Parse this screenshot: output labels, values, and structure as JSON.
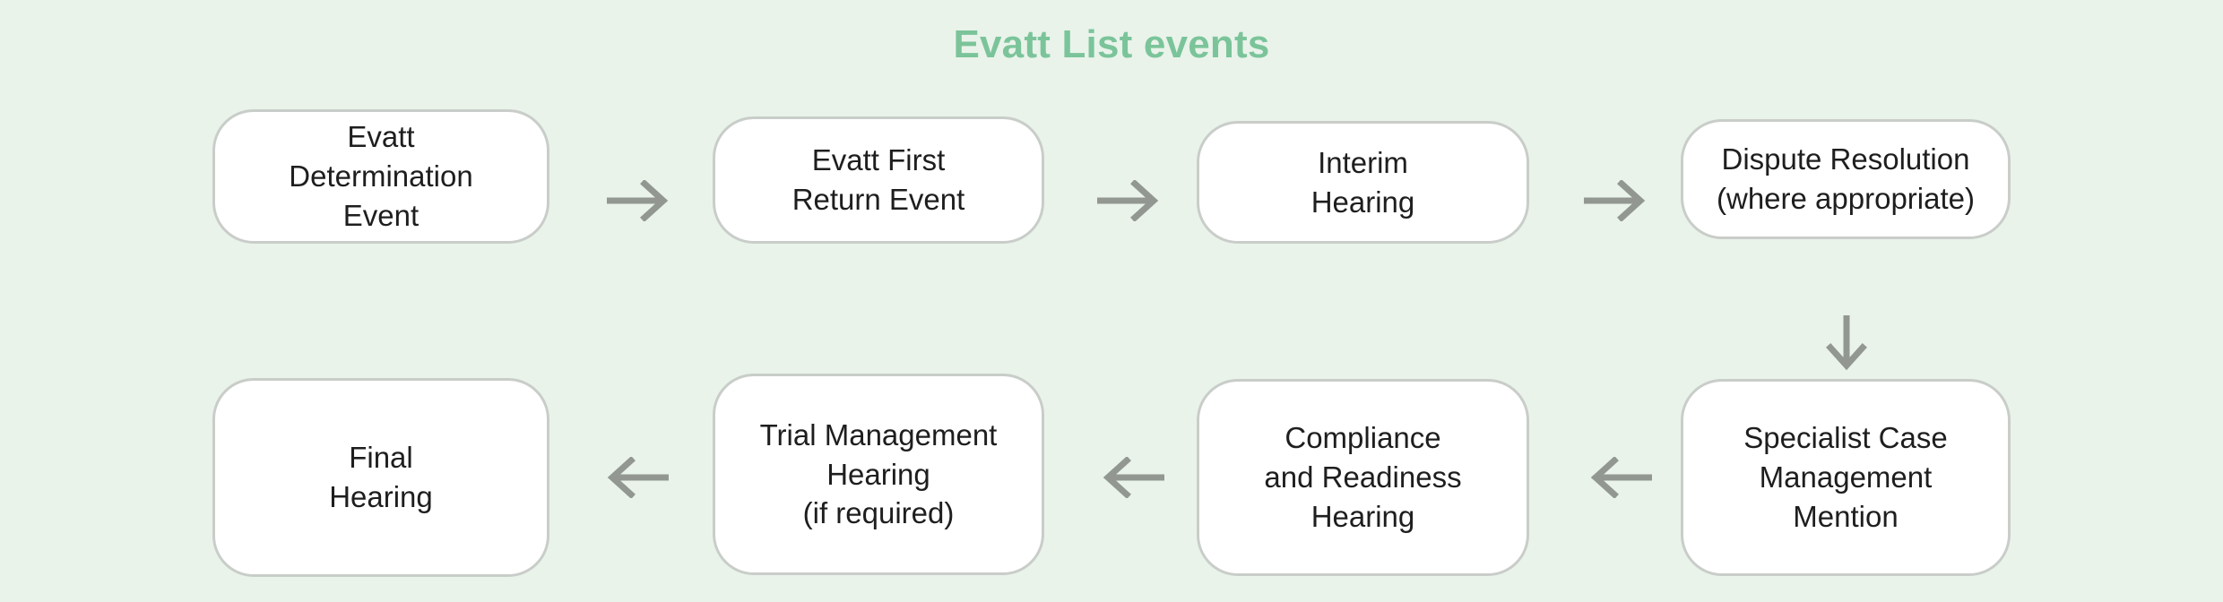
{
  "title": "Evatt List events",
  "theme": {
    "background": "#e9f3ea",
    "title_color": "#7bc49a",
    "node_fill": "#ffffff",
    "node_border": "#c9cdc9",
    "node_text": "#1e1e1e",
    "arrow_color": "#929792"
  },
  "flow": {
    "row1": [
      {
        "id": "evatt-determination-event",
        "label": "Evatt\nDetermination\nEvent"
      },
      {
        "id": "evatt-first-return-event",
        "label": "Evatt First\nReturn Event"
      },
      {
        "id": "interim-hearing",
        "label": "Interim\nHearing"
      },
      {
        "id": "dispute-resolution",
        "label": "Dispute Resolution\n(where appropriate)"
      }
    ],
    "row2": [
      {
        "id": "final-hearing",
        "label": "Final\nHearing"
      },
      {
        "id": "trial-management-hearing",
        "label": "Trial Management\nHearing\n(if required)"
      },
      {
        "id": "compliance-and-readiness-hearing",
        "label": "Compliance\nand Readiness\nHearing"
      },
      {
        "id": "specialist-case-management-mention",
        "label": "Specialist Case\nManagement\nMention"
      }
    ],
    "connectors": [
      {
        "id": "arrow-1",
        "direction": "right",
        "glyph": "→"
      },
      {
        "id": "arrow-2",
        "direction": "right",
        "glyph": "→"
      },
      {
        "id": "arrow-3",
        "direction": "right",
        "glyph": "→"
      },
      {
        "id": "arrow-4",
        "direction": "down",
        "glyph": "↓"
      },
      {
        "id": "arrow-5",
        "direction": "left",
        "glyph": "←"
      },
      {
        "id": "arrow-6",
        "direction": "left",
        "glyph": "←"
      },
      {
        "id": "arrow-7",
        "direction": "left",
        "glyph": "←"
      }
    ]
  }
}
